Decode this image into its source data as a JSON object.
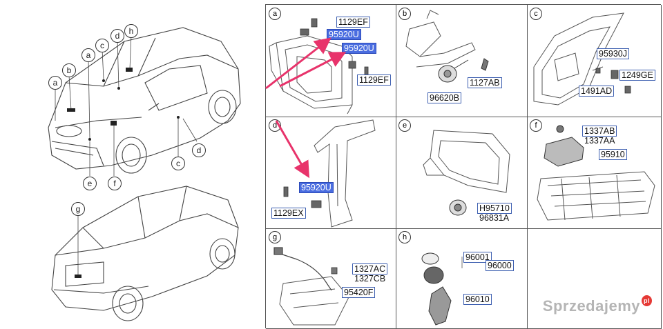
{
  "callouts_top": [
    "a",
    "b",
    "c",
    "d",
    "h",
    "a",
    "c",
    "d",
    "e",
    "f"
  ],
  "callouts_bottom": [
    "g"
  ],
  "panels": {
    "a": {
      "label": "a",
      "parts": [
        "1129EF",
        "95920U",
        "95920U",
        "1129EF"
      ]
    },
    "b": {
      "label": "b",
      "parts": [
        "96620B",
        "1127AB"
      ]
    },
    "c": {
      "label": "c",
      "parts": [
        "95930J",
        "1249GE",
        "1491AD"
      ]
    },
    "d": {
      "label": "d",
      "parts": [
        "95920U",
        "1129EX"
      ]
    },
    "e": {
      "label": "e",
      "parts": [
        "H95710",
        "96831A"
      ]
    },
    "f": {
      "label": "f",
      "parts": [
        "1337AB",
        "1337AA",
        "95910"
      ]
    },
    "g": {
      "label": "g",
      "parts": [
        "1327AC",
        "1327CB",
        "95420F"
      ]
    },
    "h": {
      "label": "h",
      "parts": [
        "96001",
        "96000",
        "96010"
      ]
    }
  },
  "colors": {
    "highlight": "#4a6de0",
    "arrow": "#e8336b",
    "border": "#3d5fb0"
  },
  "watermark": {
    "text": "Sprzedajemy",
    "badge": "pl"
  }
}
